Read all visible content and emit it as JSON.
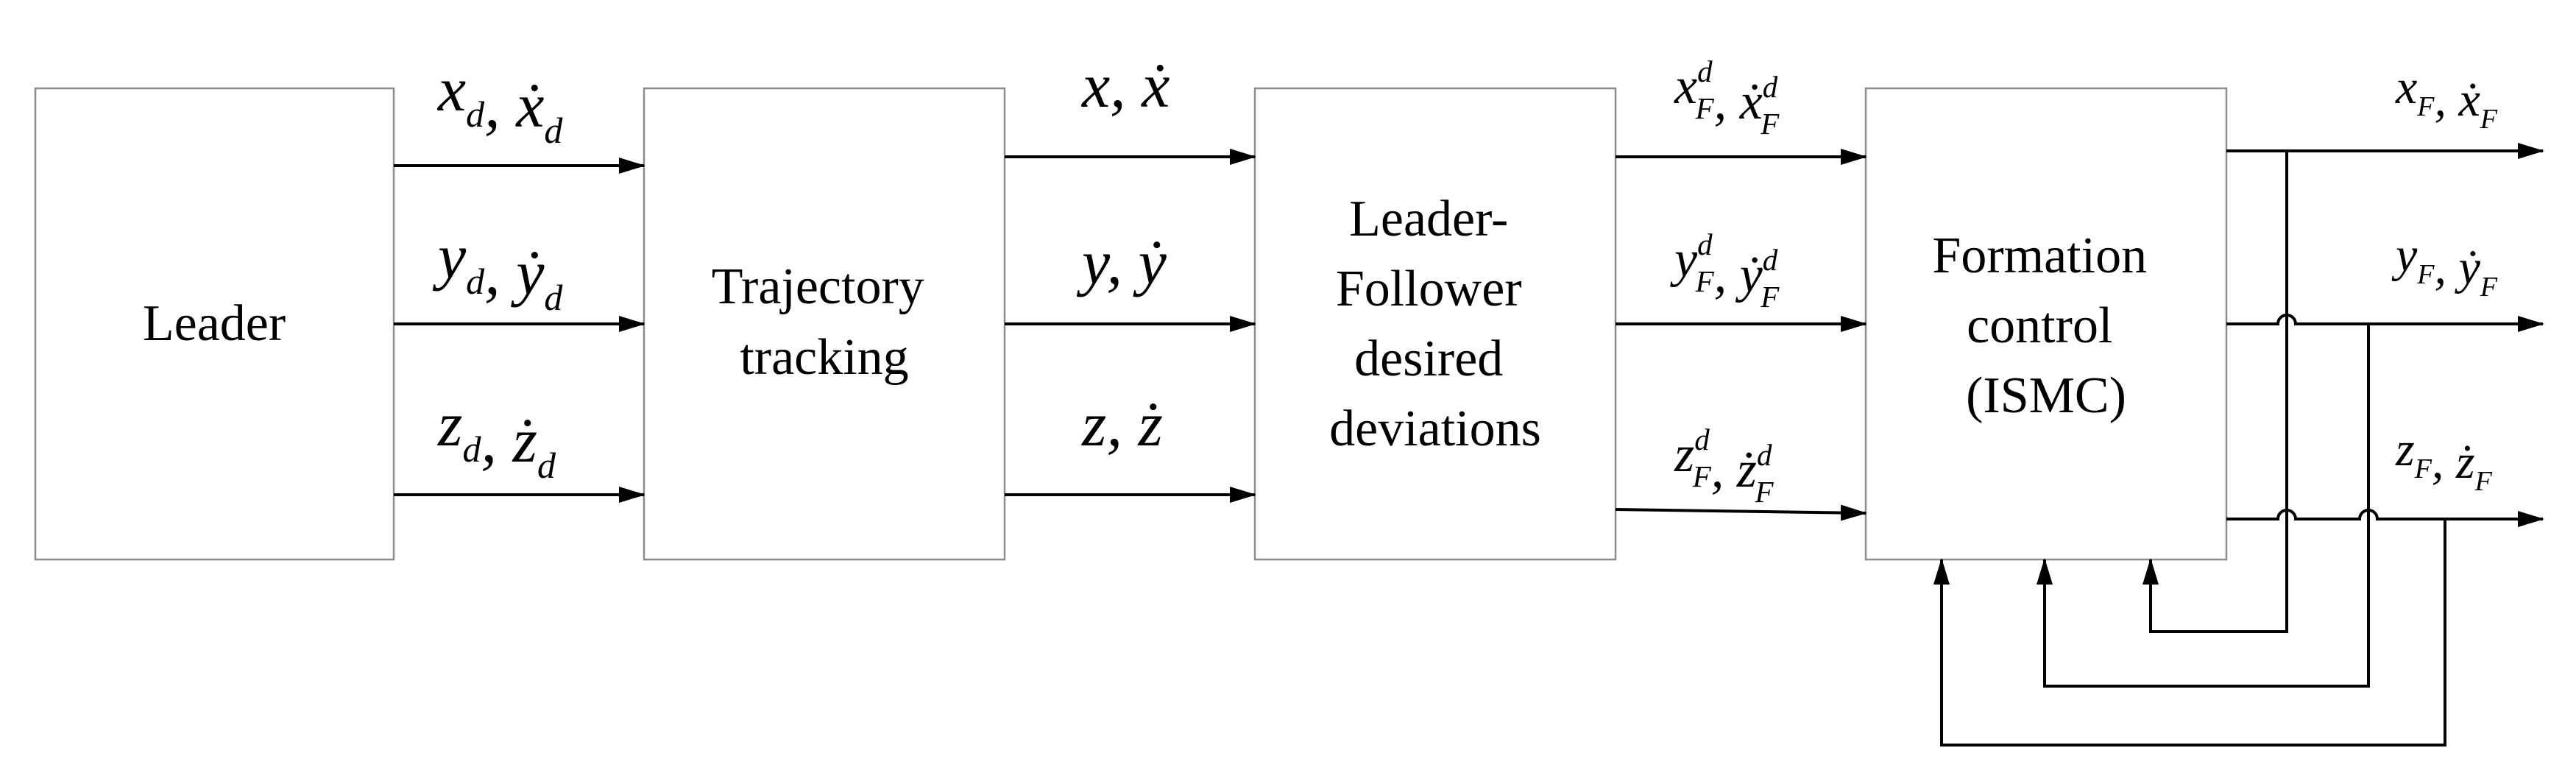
{
  "blocks": {
    "leader": [
      "Leader"
    ],
    "trajectory": [
      "Trajectory",
      "tracking"
    ],
    "deviations": [
      "Leader-",
      "Follower",
      "desired",
      "deviations"
    ],
    "formation": [
      "Formation",
      "control",
      "(ISMC)"
    ]
  },
  "signals": {
    "leader_out": [
      {
        "var": "x",
        "sub": "d",
        "dot": "ẋ"
      },
      {
        "var": "y",
        "sub": "d",
        "dot": "ẏ"
      },
      {
        "var": "z",
        "sub": "d",
        "dot": "ż"
      }
    ],
    "tracking_out": [
      {
        "var": "x",
        "dot": "ẋ"
      },
      {
        "var": "y",
        "dot": "ẏ"
      },
      {
        "var": "z",
        "dot": "ż"
      }
    ],
    "deviation_out": [
      {
        "var": "x",
        "sub": "F",
        "sup": "d",
        "dot": "ẋ"
      },
      {
        "var": "y",
        "sub": "F",
        "sup": "d",
        "dot": "ẏ"
      },
      {
        "var": "z",
        "sub": "F",
        "sup": "d",
        "dot": "ż"
      }
    ],
    "formation_out": [
      {
        "var": "x",
        "sub": "F",
        "dot": "ẋ"
      },
      {
        "var": "y",
        "sub": "F",
        "dot": "ẏ"
      },
      {
        "var": "z",
        "sub": "F",
        "dot": "ż"
      }
    ]
  },
  "colors": {
    "line": "#000000",
    "box_border": "#8c8c8c"
  }
}
